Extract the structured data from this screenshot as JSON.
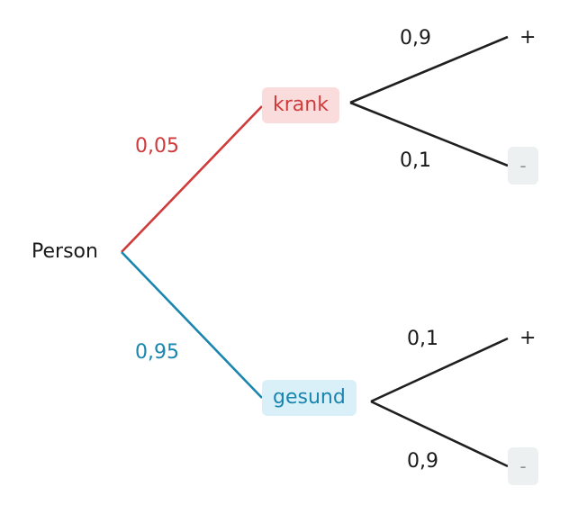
{
  "root": {
    "label": "Person"
  },
  "branches": [
    {
      "probability": "0,05",
      "node": "krank",
      "color": "#cf3b3b",
      "outcomes": [
        {
          "probability": "0,9",
          "result": "+"
        },
        {
          "probability": "0,1",
          "result": "-"
        }
      ]
    },
    {
      "probability": "0,95",
      "node": "gesund",
      "color": "#1a86b0",
      "outcomes": [
        {
          "probability": "0,1",
          "result": "+"
        },
        {
          "probability": "0,9",
          "result": "-"
        }
      ]
    }
  ]
}
